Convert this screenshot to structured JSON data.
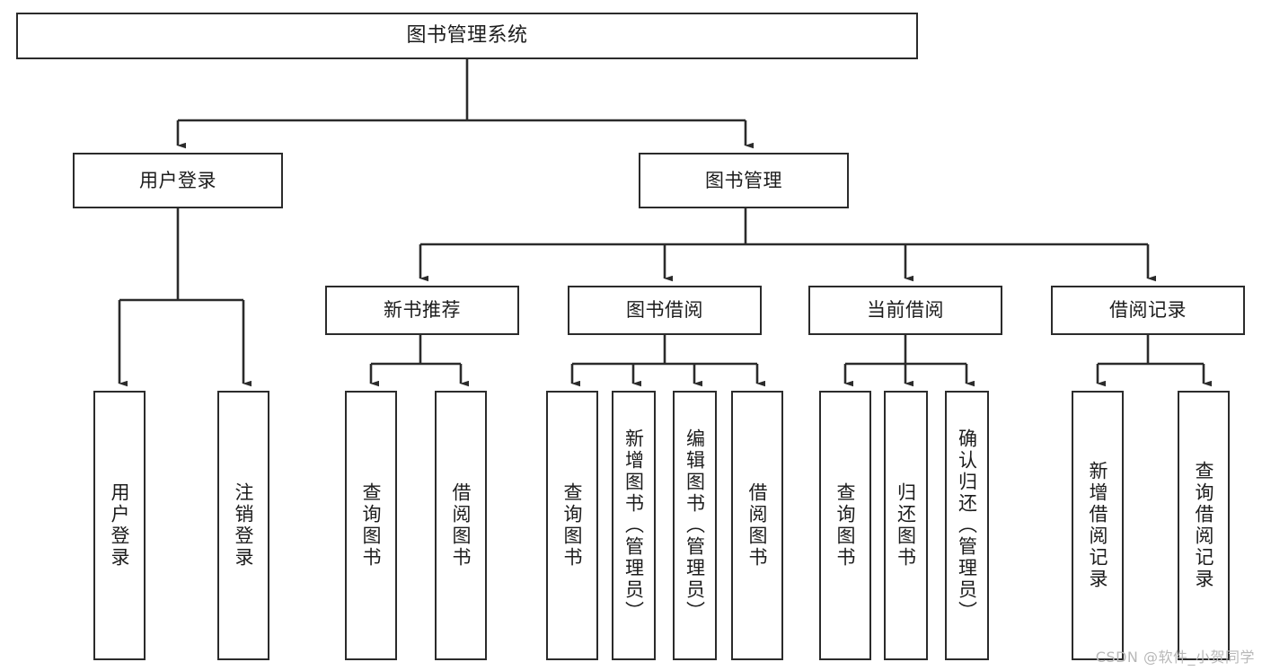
{
  "diagram": {
    "title": "图书管理系统",
    "watermark": "CSDN @软件_小贺同学",
    "colors": {
      "background": "#ffffff",
      "stroke": "#2b2b2b",
      "text": "#1c1c1c",
      "watermark": "#b8b8b8"
    },
    "nodes": {
      "root": {
        "label": "图书管理系统"
      },
      "level2": [
        {
          "label": "用户登录"
        },
        {
          "label": "图书管理"
        }
      ],
      "level3": [
        {
          "label": "新书推荐"
        },
        {
          "label": "图书借阅"
        },
        {
          "label": "当前借阅"
        },
        {
          "label": "借阅记录"
        }
      ],
      "leaves_user_login": [
        {
          "label": "用户登录"
        },
        {
          "label": "注销登录"
        }
      ],
      "leaves_new_book": [
        {
          "label": "查询图书"
        },
        {
          "label": "借阅图书"
        }
      ],
      "leaves_borrow": [
        {
          "label": "查询图书"
        },
        {
          "label": "新增图书（管理员）"
        },
        {
          "label": "编辑图书（管理员）"
        },
        {
          "label": "借阅图书"
        }
      ],
      "leaves_current": [
        {
          "label": "查询图书"
        },
        {
          "label": "归还图书"
        },
        {
          "label": "确认归还（管理员）"
        }
      ],
      "leaves_record": [
        {
          "label": "新增借阅记录"
        },
        {
          "label": "查询借阅记录"
        }
      ]
    }
  }
}
